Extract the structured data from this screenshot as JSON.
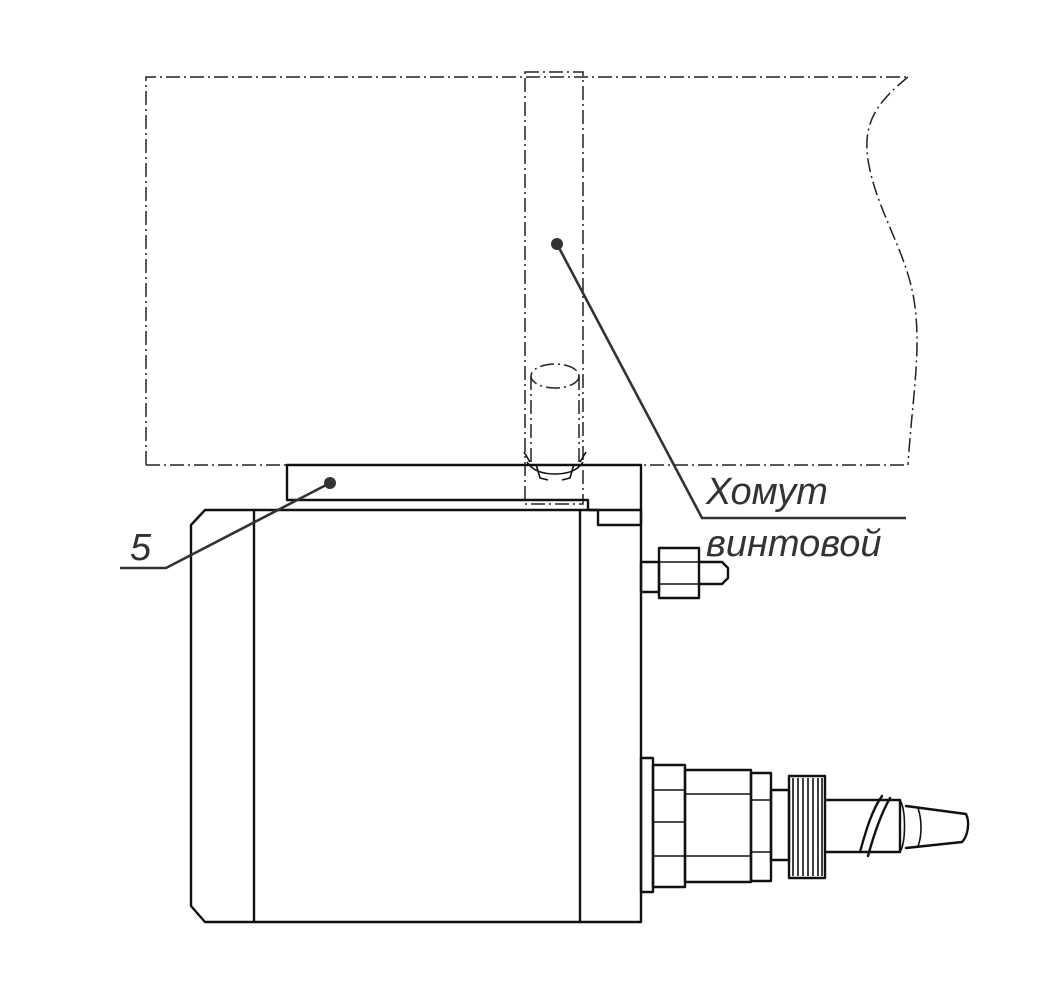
{
  "callouts": {
    "part_number": "5",
    "clamp_line1": "Хомут",
    "clamp_line2": "винтовой"
  }
}
